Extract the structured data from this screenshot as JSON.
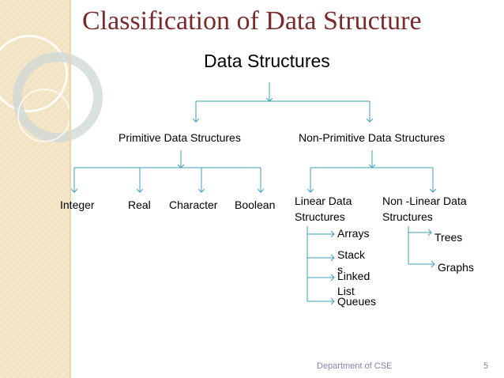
{
  "title": "Classification of Data Structure",
  "root": "Data Structures",
  "primitive": {
    "label": "Primitive Data Structures",
    "children": [
      "Integer",
      "Real",
      "Character",
      "Boolean"
    ]
  },
  "non_primitive": {
    "label": "Non-Primitive Data Structures",
    "linear": {
      "label": "Linear Data Structures",
      "children": [
        "Arrays",
        "Stack s",
        "Linked List",
        "Queues"
      ]
    },
    "non_linear": {
      "label": "Non -Linear Data Structures",
      "children": [
        "Trees",
        "Graphs"
      ]
    }
  },
  "footer": {
    "department": "Department of CSE",
    "page": "5"
  },
  "colors": {
    "connector": "#3ea0b8",
    "title": "#7b2a2a",
    "footer_text": "#8a7fb0"
  }
}
